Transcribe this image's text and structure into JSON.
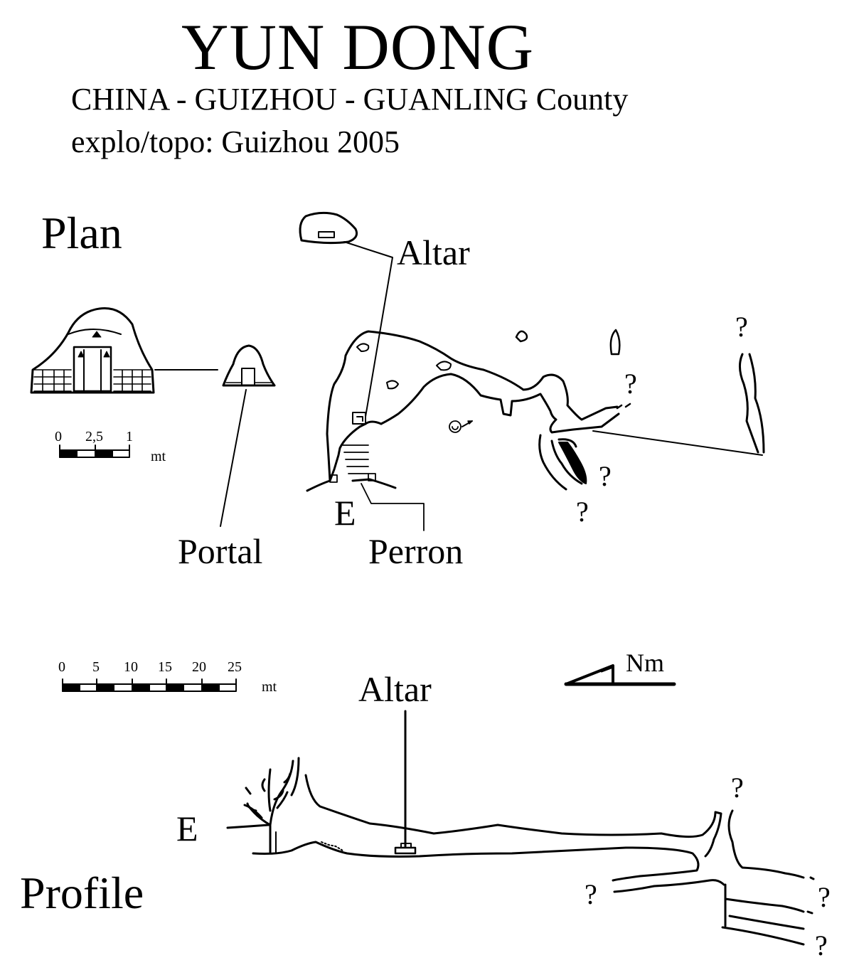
{
  "header": {
    "title": "YUN DONG",
    "subtitle": "CHINA - GUIZHOU - GUANLING County",
    "credits": "explo/topo: Guizhou 2005"
  },
  "plan": {
    "heading": "Plan",
    "labels": {
      "altar": "Altar",
      "portal": "Portal",
      "perron": "Perron",
      "entrance": "E"
    },
    "unknown_marker": "?",
    "scale": {
      "ticks": [
        "0",
        "2,5",
        "1"
      ],
      "unit": "mt"
    }
  },
  "profile": {
    "heading": "Profile",
    "labels": {
      "altar": "Altar",
      "entrance": "E"
    },
    "unknown_marker": "?",
    "scale": {
      "ticks": [
        "0",
        "5",
        "10",
        "15",
        "20",
        "25"
      ],
      "unit": "mt"
    },
    "north": "Nm"
  }
}
